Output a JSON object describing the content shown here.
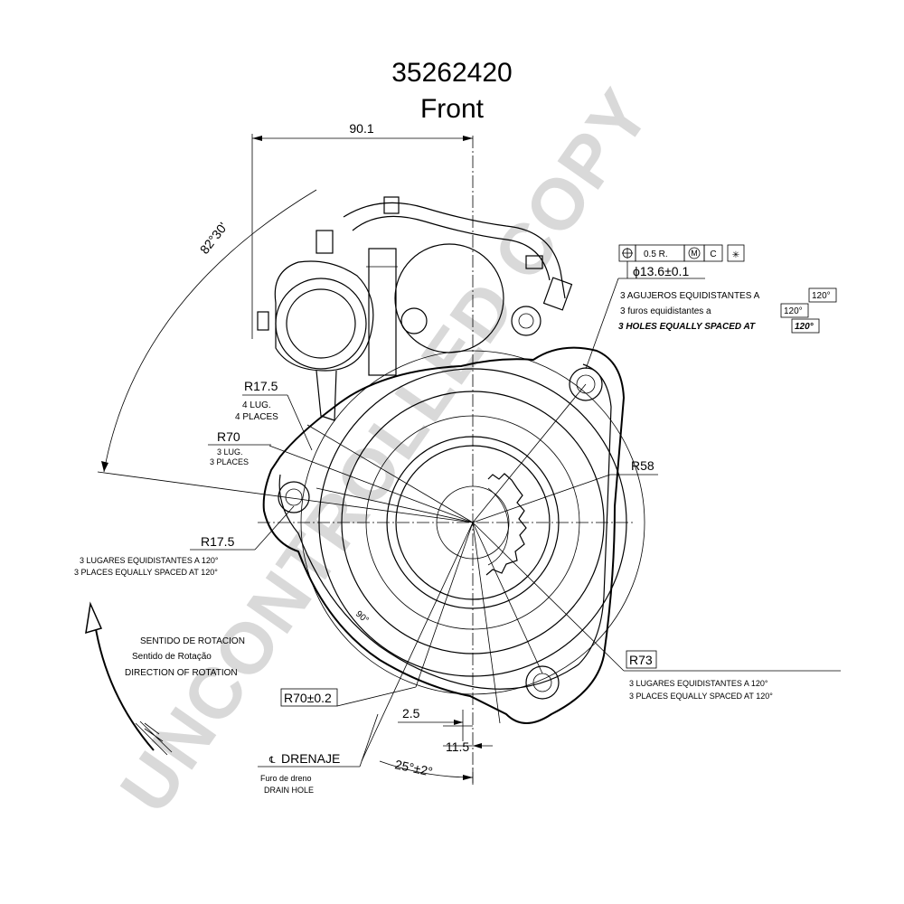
{
  "title": {
    "part_number": "35262420",
    "view": "Front"
  },
  "watermark": "UNCONTROLLED COPY",
  "dimensions": {
    "width_90_1": "90.1",
    "angle_82_30": "82°30'",
    "r17_5_top": "R17.5",
    "lug4_es": "4 LUG.",
    "lug4_en": "4 PLACES",
    "r70": "R70",
    "lug3_es": "3 LUG.",
    "lug3_en": "3 PLACES",
    "r17_5_left": "R17.5",
    "r58": "R58",
    "r73": "R73",
    "r70_tol": "R70±0.2",
    "d2_5": "2.5",
    "d11_5": "11.5",
    "angle_25": "25°±2°",
    "angle_90": "90°"
  },
  "notes": {
    "left_equi_es": "3 LUGARES EQUIDISTANTES A 120°",
    "left_equi_en": "3 PLACES EQUALLY SPACED AT 120°",
    "right_equi_es": "3 LUGARES EQUIDISTANTES A 120°",
    "right_equi_en": "3 PLACES EQUALLY SPACED AT 120°",
    "rotation_es": "SENTIDO DE ROTACION",
    "rotation_pt": "Sentido de Rotação",
    "rotation_en": "DIRECTION OF ROTATION",
    "drain_es": "DRENAJE",
    "drain_pt": "Furo de dreno",
    "drain_en": "DRAIN HOLE"
  },
  "tolerance": {
    "frame_value": "0.5 R.",
    "frame_modifier": "M",
    "frame_datum": "C",
    "hole_dia": "ϕ13.6±0.1",
    "holes_es": "3 AGUJEROS EQUIDISTANTES A",
    "holes_pt": "3 furos equidistantes a",
    "holes_en": "3 HOLES EQUALLY SPACED AT",
    "angle_box": "120°"
  }
}
